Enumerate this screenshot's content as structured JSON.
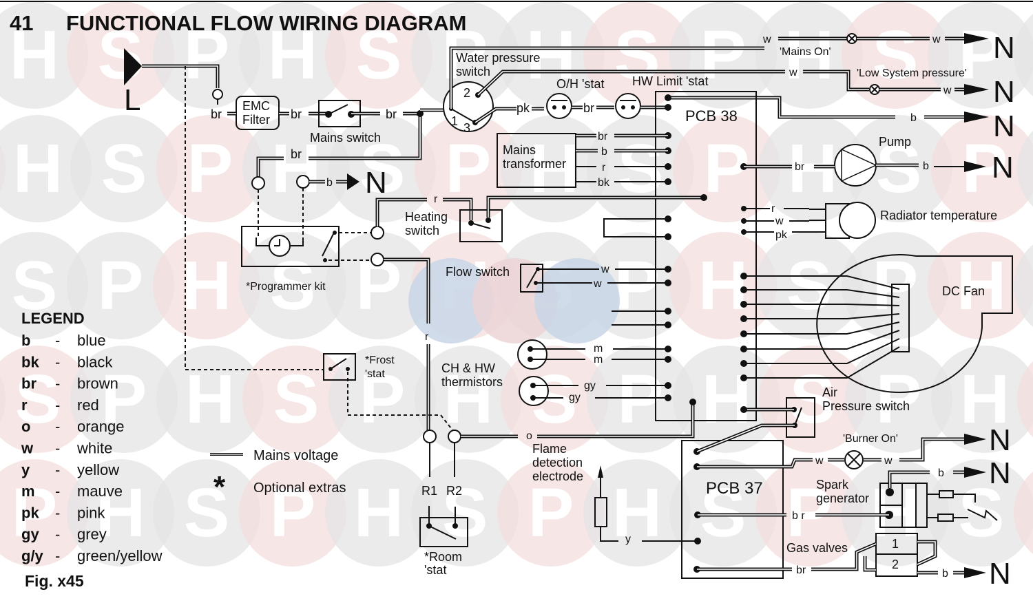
{
  "header": {
    "section_number": "41",
    "title": "FUNCTIONAL FLOW WIRING DIAGRAM"
  },
  "watermark": {
    "letters": [
      "H",
      "S",
      "P"
    ],
    "colors": {
      "grey": "#e4e4e6",
      "pink": "#f4dede",
      "blue": "#c9d6e6"
    }
  },
  "terminals": {
    "live": "L",
    "neutral": "N"
  },
  "components": {
    "emc_filter": [
      "EMC",
      "Filter"
    ],
    "mains_switch": "Mains switch",
    "water_pressure_switch": [
      "Water pressure",
      "switch"
    ],
    "wps_terminals": [
      "1",
      "2",
      "3"
    ],
    "oh_stat": "O/H 'stat",
    "hw_limit_stat": "HW Limit 'stat",
    "pcb38": "PCB 38",
    "pcb37": "PCB 37",
    "mains_transformer": [
      "Mains",
      "transformer"
    ],
    "heating_switch": [
      "Heating",
      "switch"
    ],
    "programmer_kit": "*Programmer kit",
    "flow_switch": "Flow switch",
    "ch_hw_thermistors": [
      "CH & HW",
      "thermistors"
    ],
    "frost_stat": [
      "*Frost",
      "'stat"
    ],
    "room_stat": [
      "*Room",
      "'stat"
    ],
    "room_stat_terminals": [
      "R1",
      "R2"
    ],
    "flame_detection": [
      "Flame",
      "detection",
      "electrode"
    ],
    "pump": "Pump",
    "radiator_temperature": "Radiator temperature",
    "dc_fan": "DC Fan",
    "air_pressure_switch": [
      "Air",
      "Pressure switch"
    ],
    "burner_on": "'Burner On'",
    "spark_generator": [
      "Spark",
      "generator"
    ],
    "gas_valves": "Gas valves",
    "gas_valve_numbers": [
      "1",
      "2"
    ],
    "mains_on": "'Mains On'",
    "low_system_pressure": "'Low System pressure'"
  },
  "wire_labels": {
    "br": "br",
    "b": "b",
    "r": "r",
    "bk": "bk",
    "w": "w",
    "pk": "pk",
    "m": "m",
    "gy": "gy",
    "o": "o",
    "y": "y",
    "b_r": "b r"
  },
  "legend": {
    "title": "LEGEND",
    "items": [
      {
        "code": "b",
        "name": "blue"
      },
      {
        "code": "bk",
        "name": "black"
      },
      {
        "code": "br",
        "name": "brown"
      },
      {
        "code": "r",
        "name": "red"
      },
      {
        "code": "o",
        "name": "orange"
      },
      {
        "code": "w",
        "name": "white"
      },
      {
        "code": "y",
        "name": "yellow"
      },
      {
        "code": "m",
        "name": "mauve"
      },
      {
        "code": "pk",
        "name": "pink"
      },
      {
        "code": "gy",
        "name": "grey"
      },
      {
        "code": "g/y",
        "name": "green/yellow"
      }
    ],
    "separator": "-",
    "mains_voltage": "Mains voltage",
    "optional_symbol": "*",
    "optional_extras": "Optional extras",
    "figure": "Fig. x45"
  }
}
